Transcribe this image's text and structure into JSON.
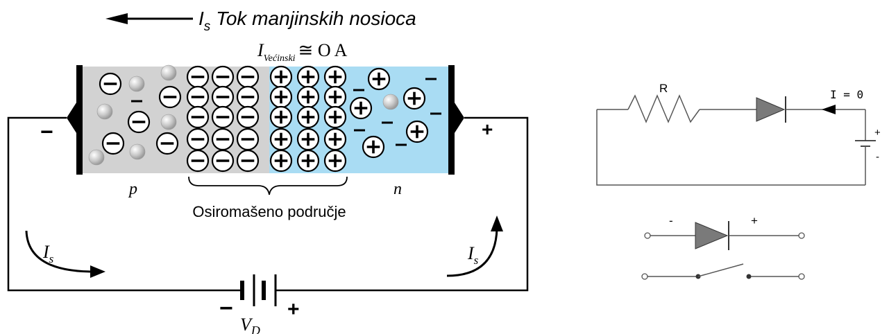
{
  "left_diagram": {
    "header_current_symbol": "I",
    "header_current_sub": "s",
    "header_text": "Tok manjinskih nosioca",
    "majority_current_symbol": "I",
    "majority_current_sub": "Većinski",
    "majority_current_value": "≅ O A",
    "region_p": "p",
    "region_n": "n",
    "depletion_label": "Osiromašeno područje",
    "left_terminal_sign": "−",
    "right_terminal_sign": "+",
    "left_loop_current_symbol": "I",
    "left_loop_current_sub": "s",
    "right_loop_current_symbol": "I",
    "right_loop_current_sub": "s",
    "battery_minus": "−",
    "battery_plus": "+",
    "battery_symbol": "V",
    "battery_sub": "D",
    "colors": {
      "p_region": "#d2d2d2",
      "n_region": "#a9dcf3",
      "ion_fill": "#ffffff",
      "stroke": "#000000"
    }
  },
  "right_diagram": {
    "resistor_label": "R",
    "current_label": "I = 0",
    "battery_plus": "+",
    "battery_minus": "-",
    "symbol_minus": "-",
    "symbol_plus": "+",
    "colors": {
      "diode_fill": "#7a7a7a",
      "wire": "#555555"
    }
  }
}
